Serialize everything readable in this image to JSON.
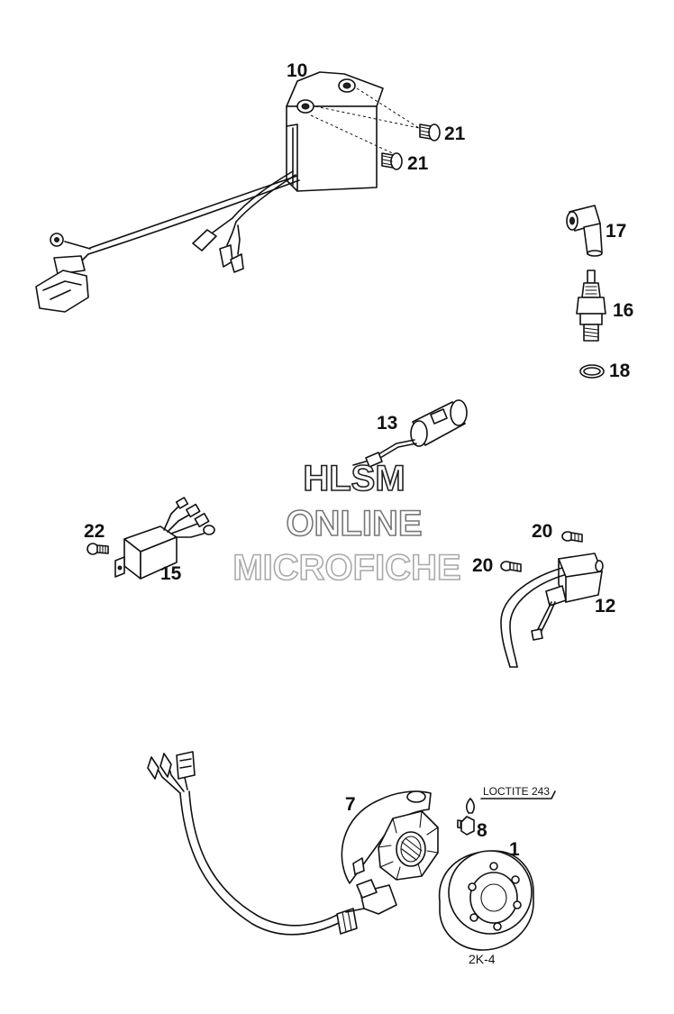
{
  "callouts": {
    "p10": "10",
    "p21a": "21",
    "p21b": "21",
    "p17": "17",
    "p16": "16",
    "p18": "18",
    "p13": "13",
    "p22": "22",
    "p15": "15",
    "p20a": "20",
    "p20b": "20",
    "p12": "12",
    "p7": "7",
    "p8": "8",
    "p1": "1"
  },
  "note": {
    "loctite": "LOCTITE 243"
  },
  "diagram_code": "2K-4",
  "watermark": {
    "line1": "HLSM",
    "line2": "ONLINE",
    "line3": "MICROFICHE"
  }
}
